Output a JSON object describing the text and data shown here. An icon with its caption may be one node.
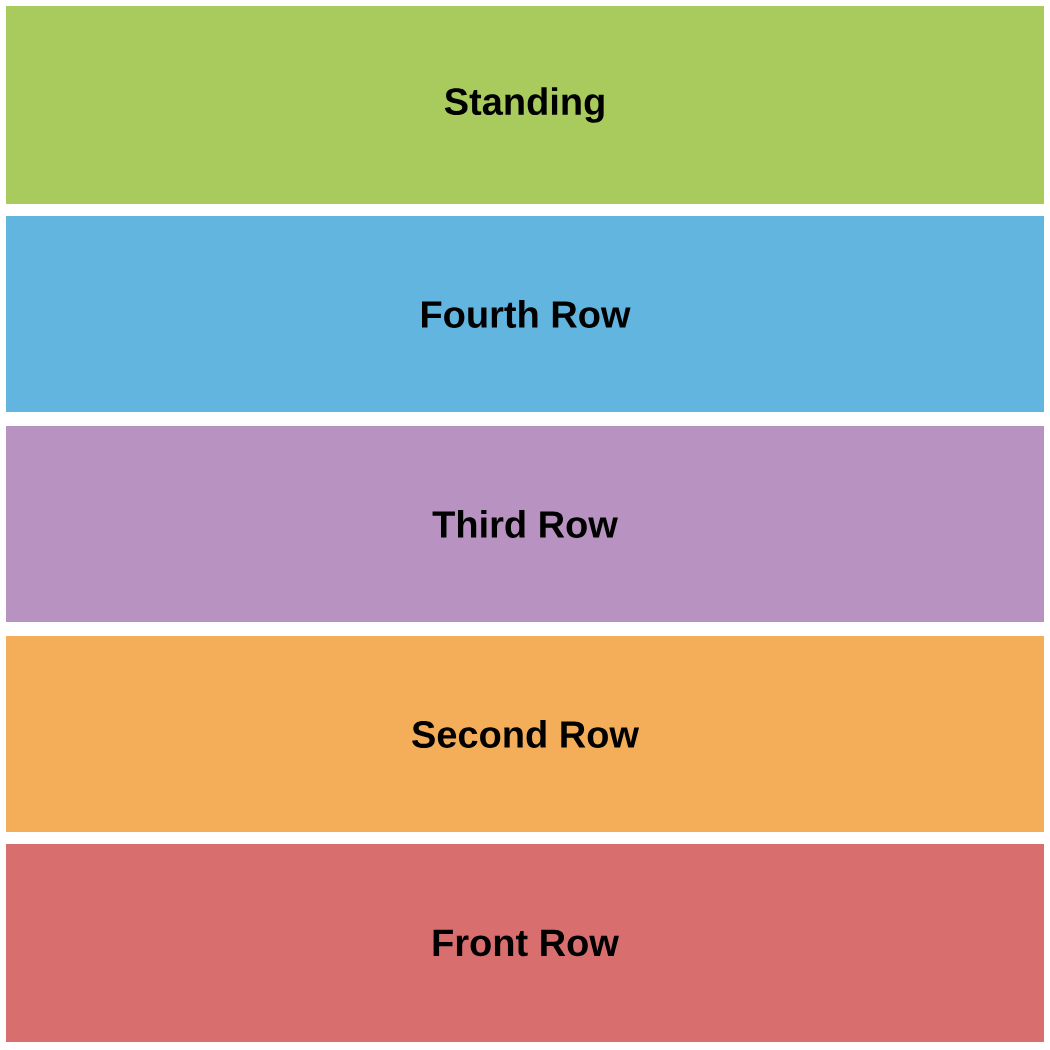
{
  "diagram": {
    "nodes": [
      {
        "text": [
          "Standing"
        ]
      },
      {
        "text": [
          "Fourth Row"
        ]
      },
      {
        "text": [
          "Third Row"
        ]
      },
      {
        "text": [
          "Second Row"
        ]
      },
      {
        "text": [
          "Front Row"
        ]
      }
    ]
  }
}
